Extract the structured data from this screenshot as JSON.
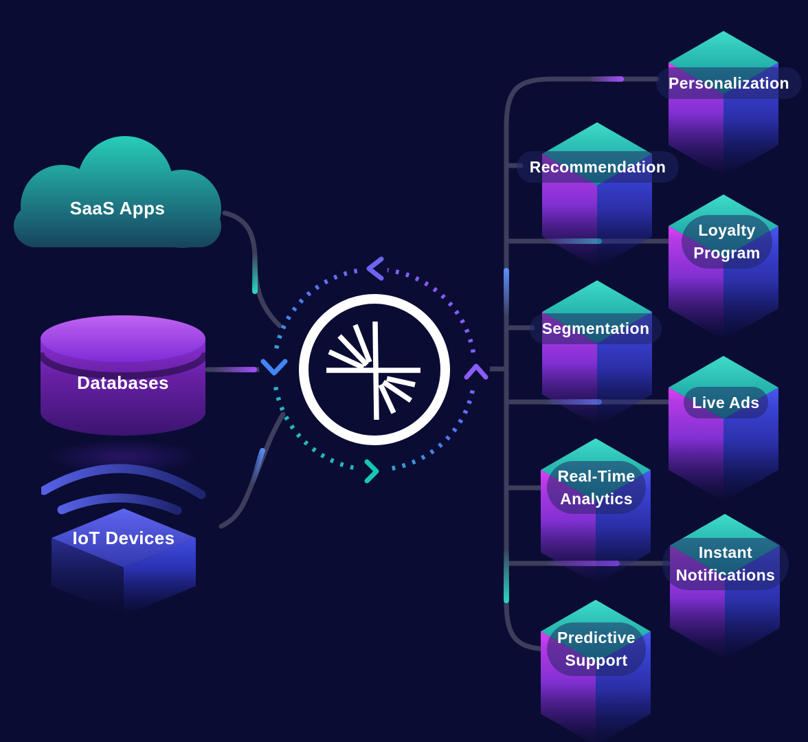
{
  "diagram": {
    "title": "data streaming flow diagram",
    "hub_icon": "confluent-burst",
    "flow_direction": "sources-to-hub-to-use-cases"
  },
  "sources": [
    {
      "label": "SaaS Apps",
      "shape": "cloud",
      "color": "#27cdb9"
    },
    {
      "label": "Databases",
      "shape": "cylinder",
      "color": "#9333ea"
    },
    {
      "label": "IoT Devices",
      "shape": "cube",
      "color": "#4353e0"
    }
  ],
  "use_cases": [
    {
      "label": "Personalization"
    },
    {
      "label": "Recommendation"
    },
    {
      "label": "Loyalty Program"
    },
    {
      "label": "Segmentation"
    },
    {
      "label": "Live Ads"
    },
    {
      "label": "Real-Time Analytics"
    },
    {
      "label": "Instant Notifications"
    },
    {
      "label": "Predictive Support"
    }
  ],
  "colors": {
    "background": "#0a0c33",
    "line": "#3d3d5c",
    "glow_teal": "#2bd4be",
    "glow_purple": "#a04ef6",
    "glow_blue": "#5b8df7",
    "cube_top": "#3edcc9",
    "cube_left": "#b53ae6",
    "cube_right": "#3a42d4",
    "text": "#ffffff"
  }
}
